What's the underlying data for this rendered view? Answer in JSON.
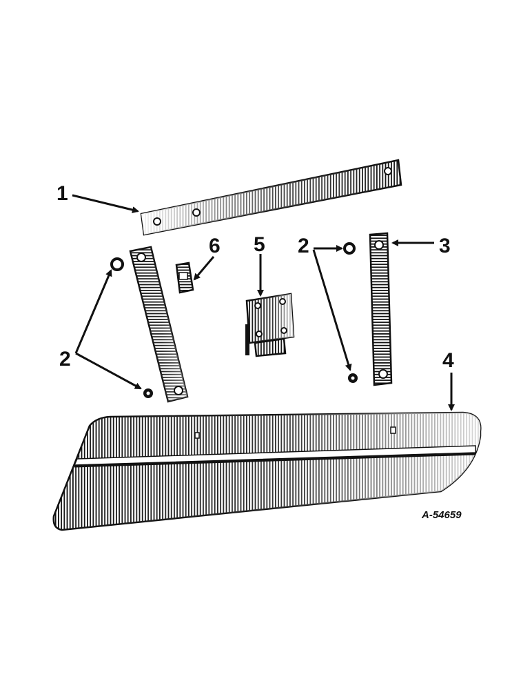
{
  "callouts": {
    "c1": "1",
    "c2a": "2",
    "c2b": "2",
    "c3": "3",
    "c4": "4",
    "c5": "5",
    "c6": "6"
  },
  "reference_code": "A-54659",
  "colors": {
    "ink": "#111111",
    "paper": "#ffffff"
  }
}
